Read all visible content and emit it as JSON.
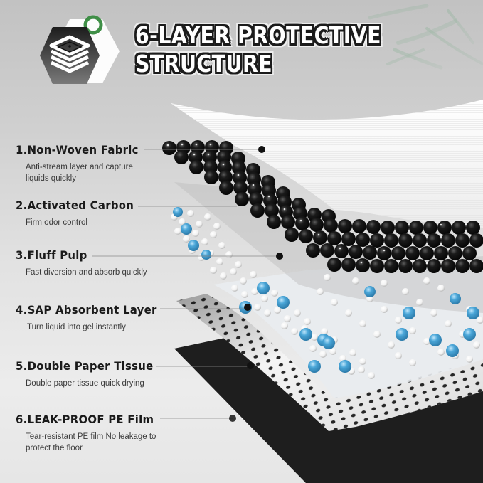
{
  "header": {
    "title_line1": "6-LAYER PROTECTIVE",
    "title_line2": "STRUCTURE",
    "logo_icon": "stacked-layers-icon"
  },
  "layers": [
    {
      "number": "1",
      "name": "1.Non-Woven Fabric",
      "description_line1": "Anti-stream layer and capture",
      "description_line2": "liquids quickly"
    },
    {
      "number": "2",
      "name": "2.Activated Carbon",
      "description_line1": "Firm odor control",
      "description_line2": ""
    },
    {
      "number": "3",
      "name": "3.Fluff Pulp",
      "description_line1": "Fast diversion and absorb quickly",
      "description_line2": ""
    },
    {
      "number": "4",
      "name": "4.SAP Absorbent Layer",
      "description_line1": "Turn liquid into gel instantly",
      "description_line2": ""
    },
    {
      "number": "5",
      "name": "5.Double Paper Tissue",
      "description_line1": "Double paper tissue quick drying",
      "description_line2": ""
    },
    {
      "number": "6",
      "name": "6.LEAK-PROOF PE Film",
      "description_line1": "Tear-resistant PE film No leakage to",
      "description_line2": "protect the floor"
    }
  ],
  "colors": {
    "background": "#d6d6d6",
    "title_fill": "#ffffff",
    "title_outline": "#1b1b1b",
    "accent_green": "#3f8f47",
    "sap_blue": "#4aa6d8",
    "carbon_black": "#111111"
  }
}
